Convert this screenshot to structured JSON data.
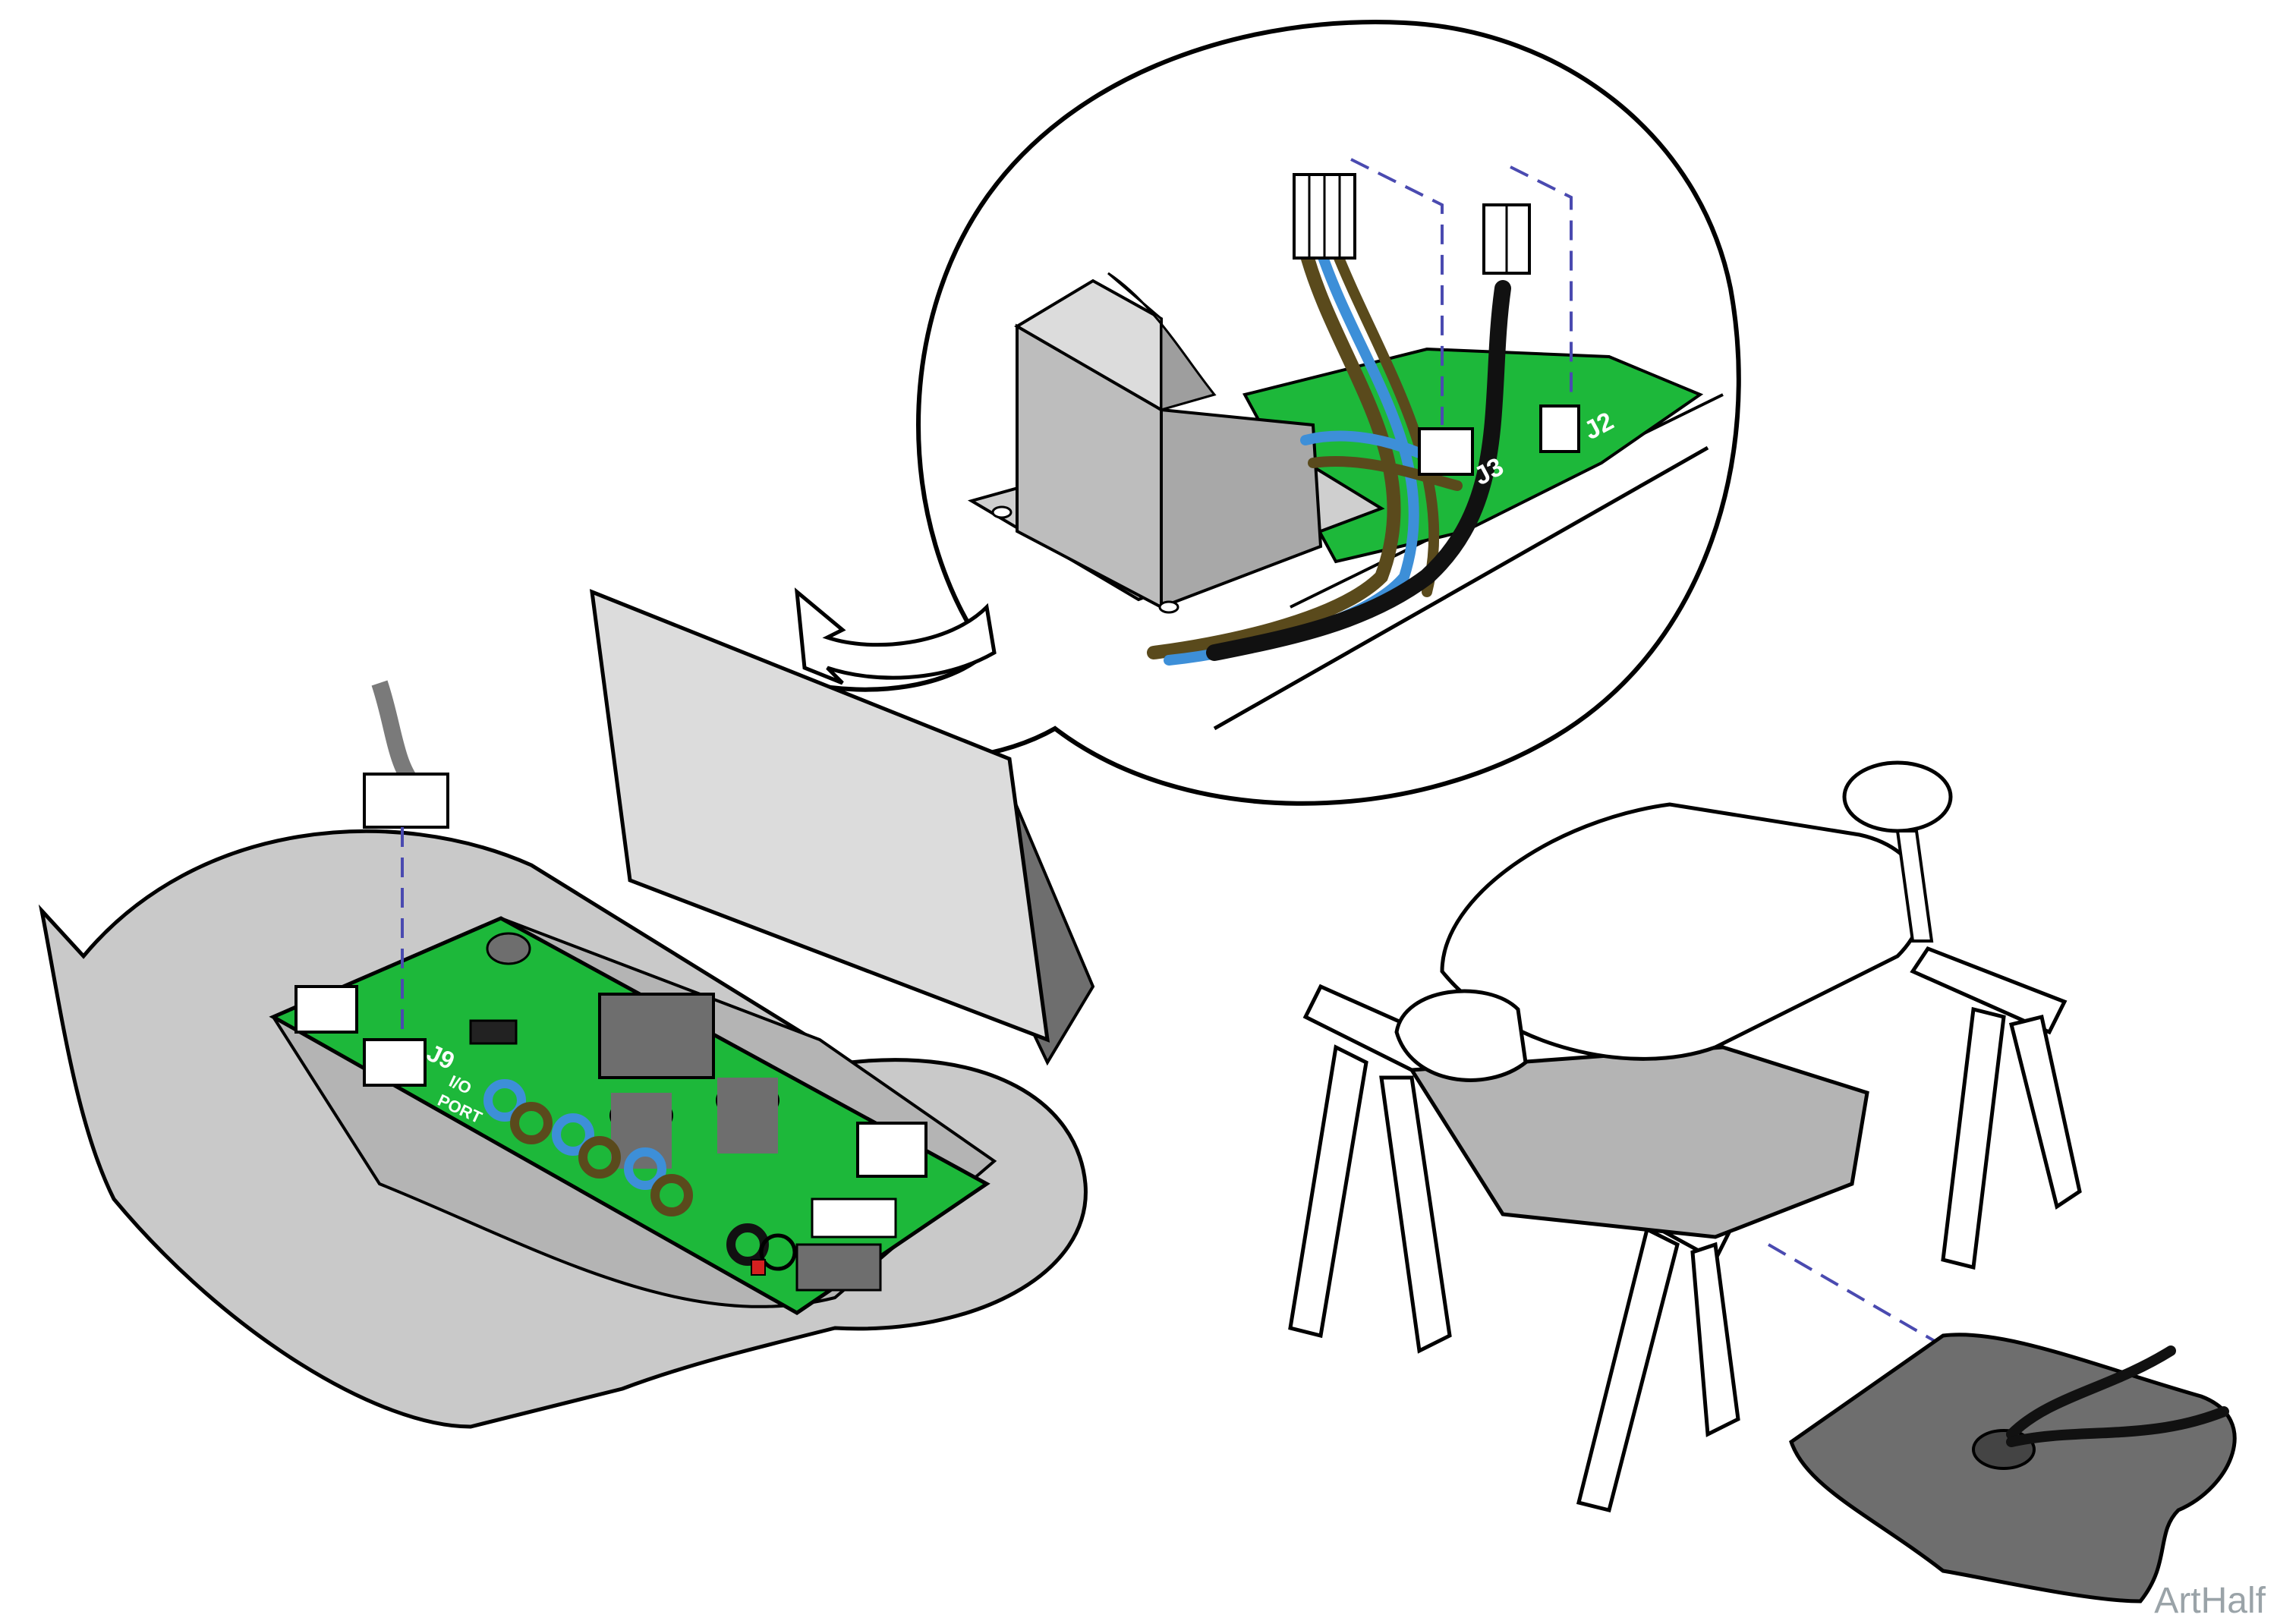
{
  "labels": {
    "j9": "J9",
    "io_port_line1": "I/O",
    "io_port_line2": "PORT",
    "j3": "J3",
    "j2": "J2"
  },
  "watermark": "ArtHalf",
  "colors": {
    "pcb_green": "#1db83a",
    "shell_gray": "#c9c9c9",
    "dark_gray": "#6e6e6e",
    "wire_blue": "#3d8fd8",
    "wire_brown": "#5a4a1c",
    "wire_black": "#111111",
    "guide_line": "#4a4ab0",
    "ferrite_red": "#d42020"
  }
}
